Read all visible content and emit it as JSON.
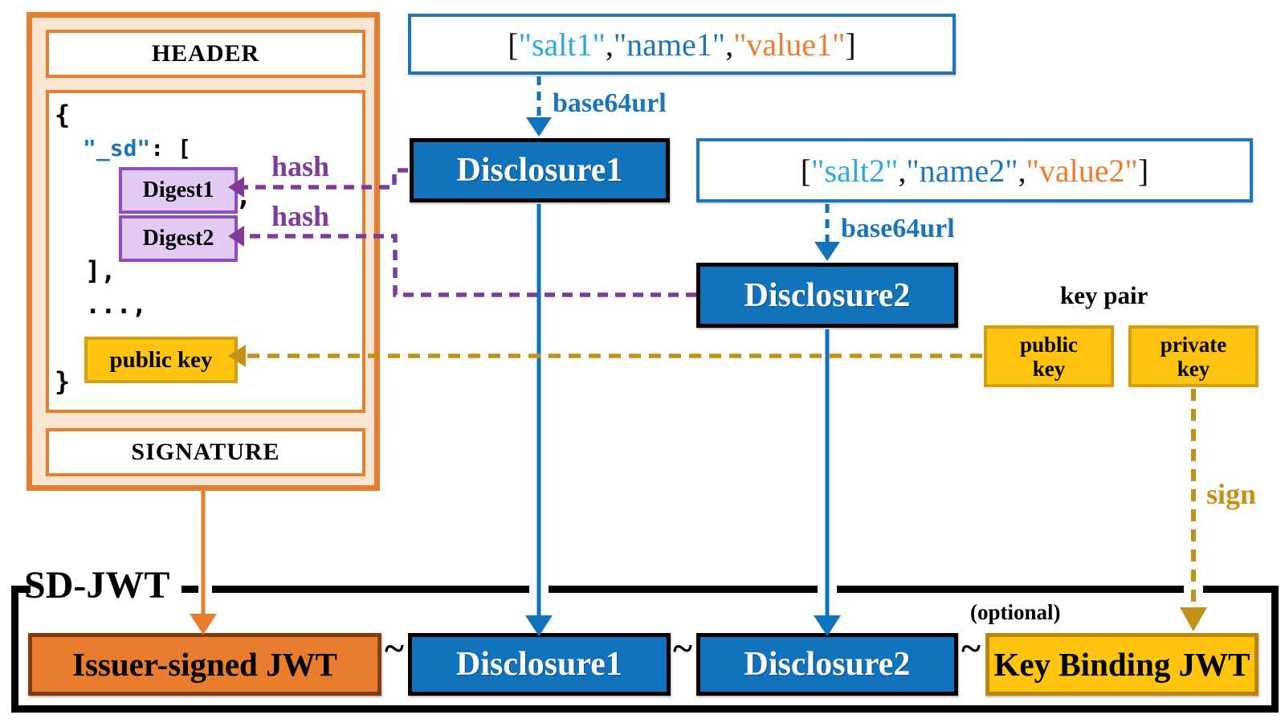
{
  "colors": {
    "orange": "#E87D2E",
    "orange_dark_border": "#843C0C",
    "peach_fill": "#FBE5D3",
    "blue_fill": "#1273BD",
    "blue_border": "#1B75BC",
    "code_salt_blue": "#29A9E1",
    "code_name_blue": "#1B75BC",
    "code_value_orange": "#EE7B2E",
    "purple": "#7D3C98",
    "digest_border": "#8F4BBF",
    "digest_fill": "#E2CAF2",
    "gold": "#C39117",
    "yellow_fill": "#FFC410",
    "yellow_border": "#D29F13",
    "key_binding_border": "#B8860B"
  },
  "jwt_panel": {
    "header_label": "HEADER",
    "signature_label": "SIGNATURE",
    "payload": {
      "open_brace": "{",
      "sd_key": "\"_sd\"",
      "sd_suffix": ": [",
      "digest1_label": "Digest1",
      "digest1_comma": ",",
      "digest2_label": "Digest2",
      "array_close": "],",
      "ellipsis": "...,",
      "public_key_label": "public key",
      "close_brace": "}"
    }
  },
  "sources": [
    {
      "open": "[",
      "salt": "\"salt1\"",
      "comma1": ",",
      "name": "\"name1\"",
      "comma2": ",",
      "value": "\"value1\"",
      "close": "]",
      "encode_label": "base64url",
      "disclosure_label": "Disclosure1"
    },
    {
      "open": "[",
      "salt": "\"salt2\"",
      "comma1": ",",
      "name": "\"name2\"",
      "comma2": ",",
      "value": "\"value2\"",
      "close": "]",
      "encode_label": "base64url",
      "disclosure_label": "Disclosure2"
    }
  ],
  "hash_label": "hash",
  "key_pair": {
    "title": "key pair",
    "public_key": {
      "line1": "public",
      "line2": "key"
    },
    "private_key": {
      "line1": "private",
      "line2": "key"
    },
    "sign_label": "sign"
  },
  "sd_jwt": {
    "label": "SD-JWT",
    "issuer_label": "Issuer-signed JWT",
    "separator": "~",
    "disclosure1_label": "Disclosure1",
    "disclosure2_label": "Disclosure2",
    "key_binding_label": "Key Binding JWT",
    "optional_label": "(optional)"
  }
}
